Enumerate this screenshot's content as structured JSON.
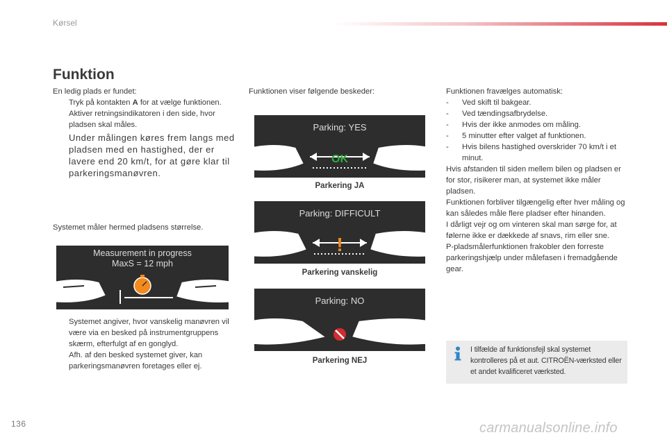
{
  "header": {
    "section": "Kørsel"
  },
  "page_title": "Funktion",
  "left_column": {
    "intro": "En ledig plads er fundet:",
    "bullets": [
      {
        "mark": "",
        "text_before": "Tryk på kontakten ",
        "bold": "A",
        "text_after": " for at vælge funktionen."
      },
      {
        "mark": "",
        "text": "Aktiver retningsindikatoren i den side, hvor pladsen skal måles."
      },
      {
        "mark": "",
        "text": "Under målingen køres frem langs med pladsen med en hastighed, der er lavere end 20 km/t, for at gøre klar til parkeringsmanøvren."
      }
    ],
    "system_measures": "Systemet måler hermed pladsens størrelse.",
    "screen": {
      "line1": "Measurement in progress",
      "line2": "MaxS = 12 mph"
    },
    "bullets2": [
      {
        "mark": "",
        "text": "Systemet angiver, hvor vanskelig manøvren vil være via en besked på instrumentgruppens skærm, efterfulgt af en gonglyd."
      },
      {
        "mark": "",
        "text": "Afh. af den besked systemet giver, kan parkeringsmanøvren foretages eller ej."
      }
    ]
  },
  "middle_column": {
    "intro": "Funktionen viser følgende beskeder:",
    "screens": [
      {
        "title": "Parking: YES",
        "symbol": "OK",
        "caption": "Parkering JA"
      },
      {
        "title": "Parking: DIFFICULT",
        "symbol": "!",
        "caption": "Parkering vanskelig"
      },
      {
        "title": "Parking: NO",
        "symbol": "no-entry",
        "caption": "Parkering NEJ"
      }
    ]
  },
  "right_column": {
    "intro": "Funktionen fravælges automatisk:",
    "dashes": [
      {
        "mark": "-",
        "text": "Ved skift til bakgear."
      },
      {
        "mark": "-",
        "text": "Ved tændingsafbrydelse."
      },
      {
        "mark": "-",
        "text": "Hvis der ikke anmodes om måling."
      },
      {
        "mark": "-",
        "text": "5 minutter efter valget af funktionen."
      },
      {
        "mark": "-",
        "text": "Hvis bilens hastighed overskrider 70 km/t i et minut."
      }
    ],
    "paragraphs": [
      "Hvis afstanden til siden mellem bilen og pladsen er for stor, risikerer man, at systemet ikke måler pladsen.",
      "Funktionen forbliver tilgængelig efter hver måling og kan således måle flere pladser efter hinanden.",
      "I dårligt vejr og om vinteren skal man sørge for, at følerne ikke er dækkede af snavs, rim eller sne.",
      "P-pladsmålerfunktionen frakobler den forreste parkeringshjælp under målefasen i fremadgående gear."
    ],
    "info_box": "I tilfælde af funktionsfejl skal systemet kontrolleres på et aut. CITROËN-værksted eller et andet kvalificeret værksted."
  },
  "footer": {
    "page_number": "136",
    "watermark": "carmanualsonline.info"
  },
  "colors": {
    "ok_green": "#2fae3c",
    "warning_orange": "#f28a1f",
    "no_red": "#d22b32",
    "info_blue": "#2f86c8",
    "accent_red": "#d9323c"
  }
}
